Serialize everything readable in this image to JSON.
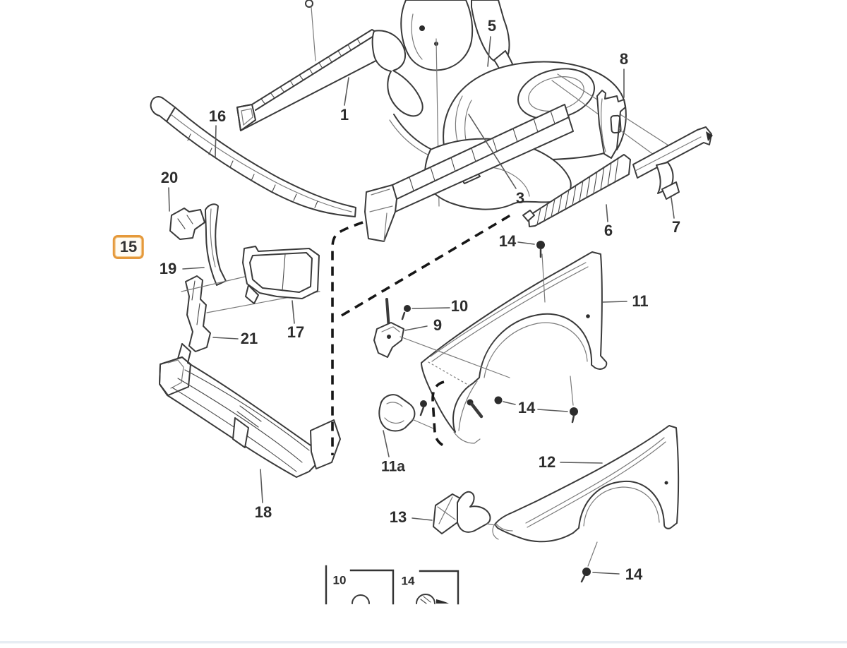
{
  "figure": {
    "background_color": "#ffffff",
    "line_color": "#3a3a3a",
    "selected_part": "15",
    "selected_part_border_color": "#E5993B"
  },
  "callouts": {
    "c1": {
      "text": "1"
    },
    "c3": {
      "text": "3"
    },
    "c5": {
      "text": "5"
    },
    "c6": {
      "text": "6"
    },
    "c7": {
      "text": "7"
    },
    "c8": {
      "text": "8"
    },
    "c9": {
      "text": "9"
    },
    "c10": {
      "text": "10"
    },
    "c11": {
      "text": "11"
    },
    "c11a": {
      "text": "11a"
    },
    "c12": {
      "text": "12"
    },
    "c13": {
      "text": "13"
    },
    "c14_top": {
      "text": "14"
    },
    "c14_mid": {
      "text": "14"
    },
    "c14_bottom": {
      "text": "14"
    },
    "c15": {
      "text": "15"
    },
    "c16": {
      "text": "16"
    },
    "c17": {
      "text": "17"
    },
    "c18": {
      "text": "18"
    },
    "c19": {
      "text": "19"
    },
    "c20": {
      "text": "20"
    },
    "c21": {
      "text": "21"
    }
  },
  "legend": {
    "item_10": {
      "text": "10"
    },
    "item_14": {
      "text": "14"
    }
  }
}
